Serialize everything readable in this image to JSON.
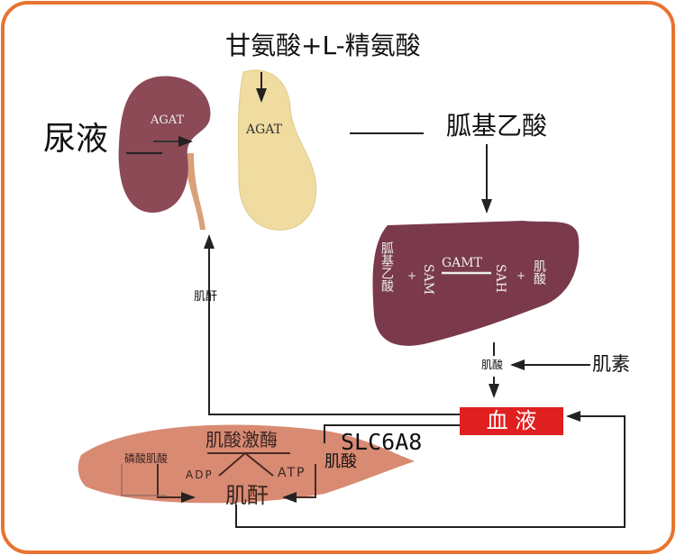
{
  "title": "甘氨酸+L-精氨酸",
  "urine": "尿液",
  "kidney_enzyme": "AGAT",
  "pancreas_enzyme": "AGAT",
  "guanidinoacetate": "胍基乙酸",
  "liver": {
    "substrate": "胍基乙酸",
    "plus1": "+",
    "sam": "SAM",
    "enzyme": "GAMT",
    "sah": "SAH",
    "plus2": "+",
    "product": "肌酸"
  },
  "creatine_small": "肌酸",
  "creatinine_left": "肌酐",
  "supplement": "肌素",
  "blood": "血 液",
  "transporter": "SLC6A8",
  "muscle": {
    "creatine": "肌酸",
    "kinase": "肌酸激酶",
    "phosphocreatine": "磷酸肌酸",
    "adp": "ADP",
    "atp": "ATP",
    "creatinine": "肌酐"
  },
  "colors": {
    "border": "#e8742f",
    "blood": "#e02020",
    "kidney": "#8b4a55",
    "liver": "#7a3a4b",
    "pancreas": "#f0dca0",
    "muscle": "#d98a72"
  }
}
